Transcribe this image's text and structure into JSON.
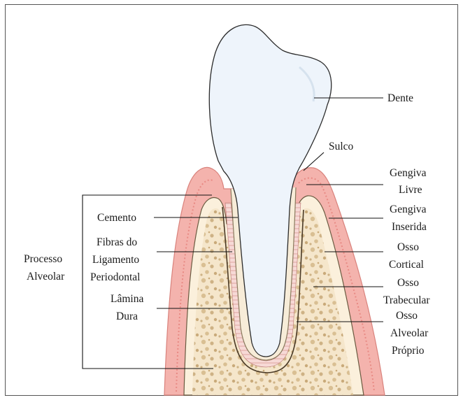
{
  "labels": {
    "dente": "Dente",
    "sulco": "Sulco",
    "gengiva_livre": [
      "Gengiva",
      "Livre"
    ],
    "gengiva_inserida": [
      "Gengiva",
      "Inserida"
    ],
    "osso_cortical": [
      "Osso",
      "Cortical"
    ],
    "osso_trabecular": [
      "Osso",
      "Trabecular"
    ],
    "osso_alveolar_proprio": [
      "Osso",
      "Alveolar",
      "Próprio"
    ],
    "cemento": "Cemento",
    "fibras": [
      "Fibras do",
      "Ligamento",
      "Periodontal"
    ],
    "lamina_dura": [
      "Lâmina",
      "Dura"
    ],
    "processo_alveolar": [
      "Processo",
      "Alveolar"
    ]
  },
  "colors": {
    "tooth": "#eef4fb",
    "gingiva": "#f3b3ae",
    "gingiva_dark": "#e98c86",
    "bone": "#e6d2b0",
    "bone_light": "#f6ead2",
    "lines": "#111111"
  }
}
